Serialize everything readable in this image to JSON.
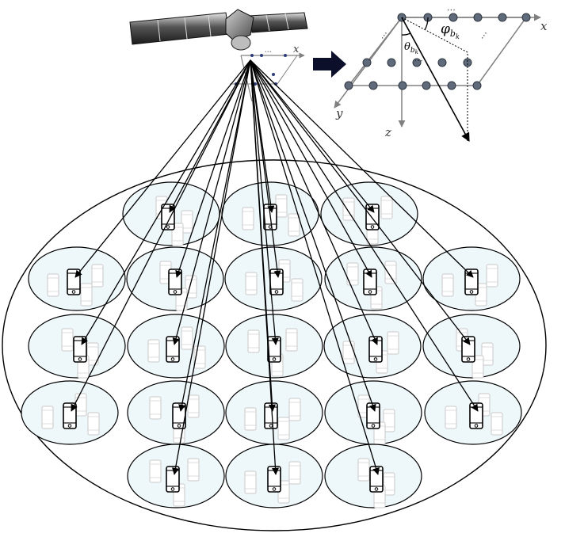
{
  "inset": {
    "x_axis_label": "x",
    "y_axis_label": "y",
    "z_axis_label": "z",
    "phi_symbol": "φ",
    "phi_subscript": "b",
    "phi_subsubscript": "k",
    "theta_symbol": "θ",
    "theta_subscript": "b",
    "theta_subsubscript": "k",
    "ellipsis": "⋯"
  },
  "satellite": {
    "small_x_label": "x",
    "small_ellipsis": "⋯"
  },
  "colors": {
    "cell_fill": "#eef7f9",
    "stroke": "#000000",
    "axis_gray": "#808080",
    "node_fill": "#5f6b7a",
    "panel_dark": "#222222"
  },
  "beam_cells": {
    "rows": [
      {
        "cells": 3
      },
      {
        "cells": 5
      },
      {
        "cells": 5
      },
      {
        "cells": 5
      },
      {
        "cells": 3
      }
    ]
  }
}
